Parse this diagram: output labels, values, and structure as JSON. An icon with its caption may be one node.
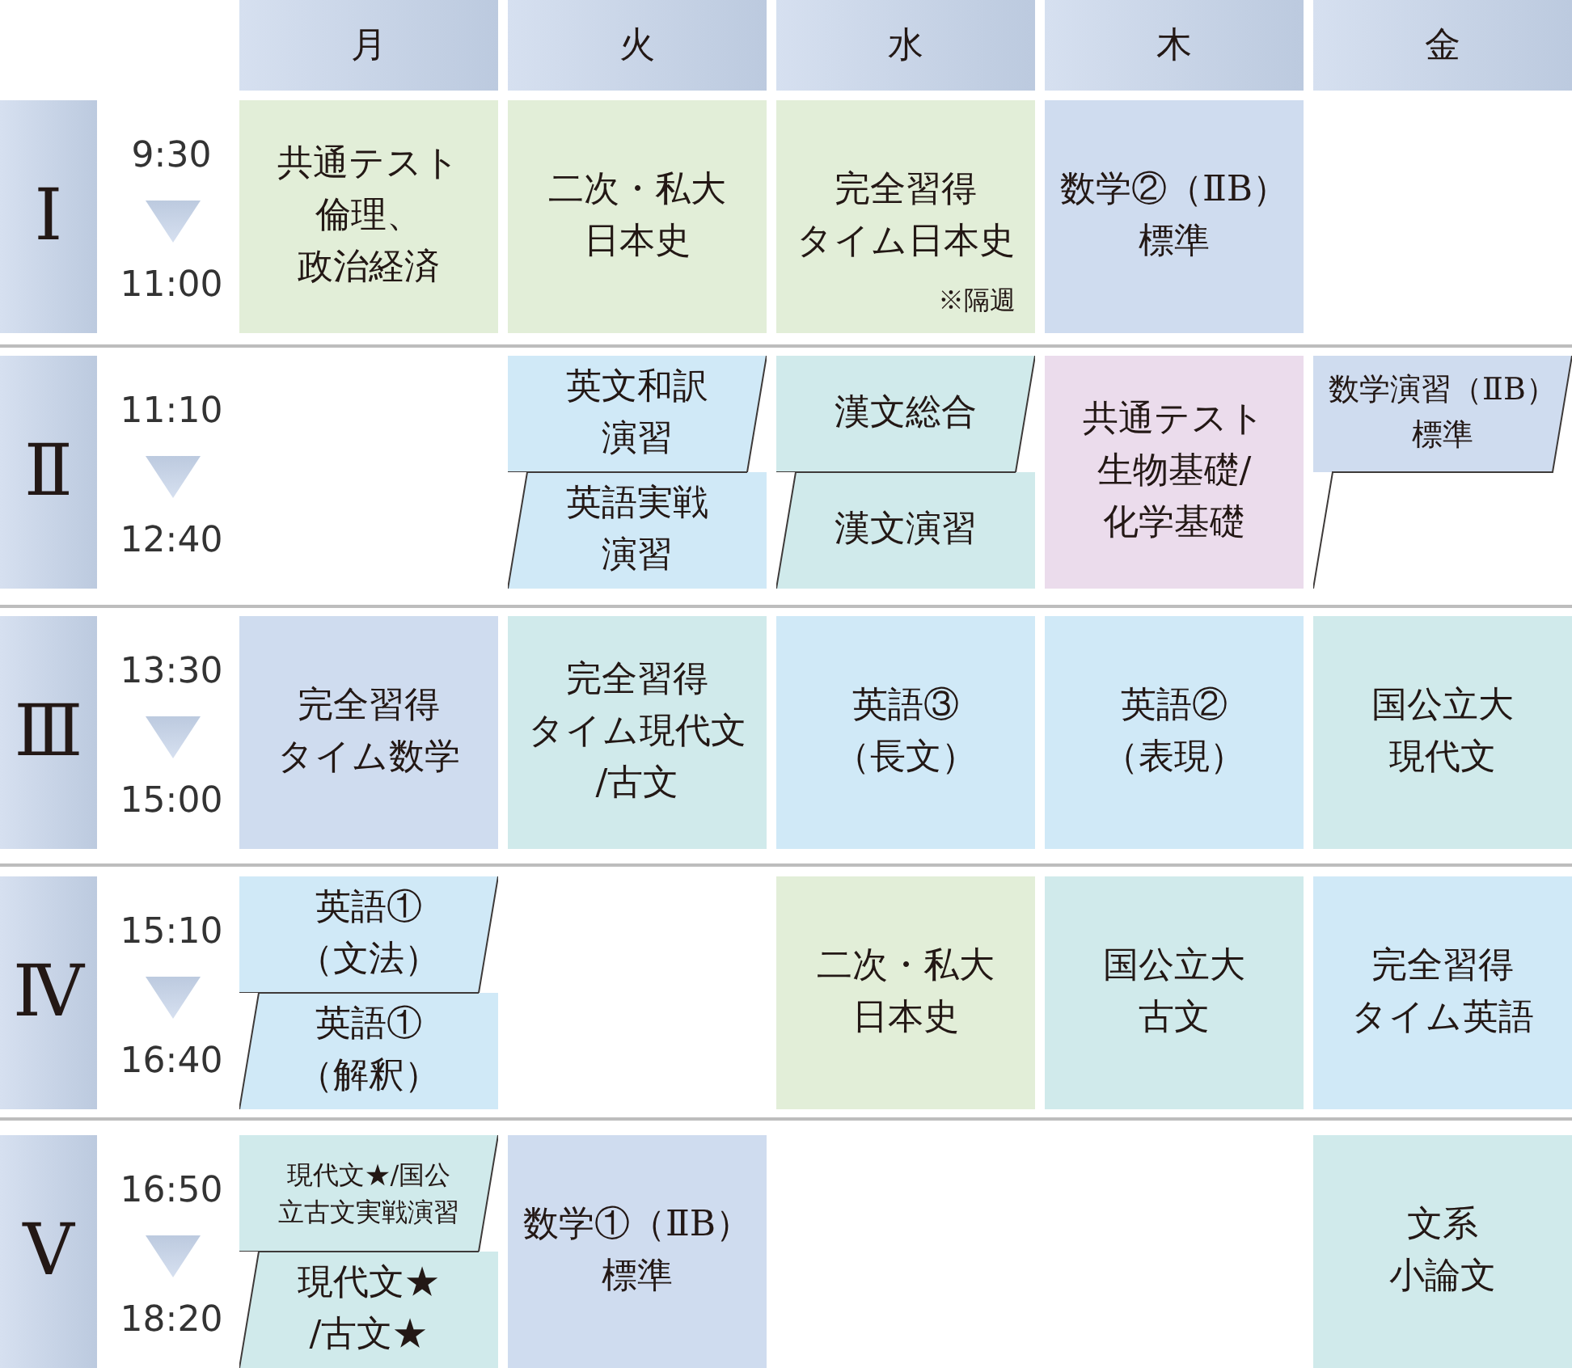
{
  "diagram": {
    "nodes": [
      {
        "text": [
          "月"
        ]
      },
      {
        "text": [
          "火"
        ]
      },
      {
        "text": [
          "水"
        ]
      },
      {
        "text": [
          "木"
        ]
      },
      {
        "text": [
          "金"
        ]
      },
      {
        "text": [
          "Ⅰ"
        ],
        "beside": [
          "9:30",
          "11:00"
        ]
      },
      {
        "text": [
          "共通テスト倫理、政治経済"
        ]
      },
      {
        "text": [
          "二次・私大日本史"
        ]
      },
      {
        "text": [
          "完全習得タイム日本史",
          "※隔週"
        ]
      },
      {
        "text": [
          "数学②（ⅡB）標準"
        ]
      },
      {
        "text": [
          "Ⅱ"
        ],
        "beside": [
          "11:10",
          "12:40"
        ]
      },
      {
        "text": [
          "英文和訳演習"
        ]
      },
      {
        "text": [
          "英語実戦演習"
        ]
      },
      {
        "text": [
          "漢文総合"
        ]
      },
      {
        "text": [
          "漢文演習"
        ]
      },
      {
        "text": [
          "共通テスト生物基礎/化学基礎"
        ]
      },
      {
        "text": [
          "数学演習（ⅡB）標準"
        ]
      },
      {
        "text": [
          "Ⅲ"
        ],
        "beside": [
          "13:30",
          "15:00"
        ]
      },
      {
        "text": [
          "完全習得タイム数学"
        ]
      },
      {
        "text": [
          "完全習得タイム現代文/古文"
        ]
      },
      {
        "text": [
          "英語③（長文）"
        ]
      },
      {
        "text": [
          "英語②（表現）"
        ]
      },
      {
        "text": [
          "国公立大現代文"
        ]
      },
      {
        "text": [
          "Ⅳ"
        ],
        "beside": [
          "15:10",
          "16:40"
        ]
      },
      {
        "text": [
          "英語①（文法）"
        ]
      },
      {
        "text": [
          "英語①（解釈）"
        ]
      },
      {
        "text": [
          "二次・私大日本史"
        ]
      },
      {
        "text": [
          "国公立大古文"
        ]
      },
      {
        "text": [
          "完全習得タイム英語"
        ]
      },
      {
        "text": [
          "Ⅴ"
        ],
        "beside": [
          "16:50",
          "18:20"
        ]
      },
      {
        "text": [
          "現代文★/国公立古文実戦演習"
        ]
      },
      {
        "text": [
          "現代文★/古文★"
        ]
      },
      {
        "text": [
          "数学①（ⅡB）標準"
        ]
      },
      {
        "text": [
          "文系小論文"
        ]
      }
    ]
  }
}
